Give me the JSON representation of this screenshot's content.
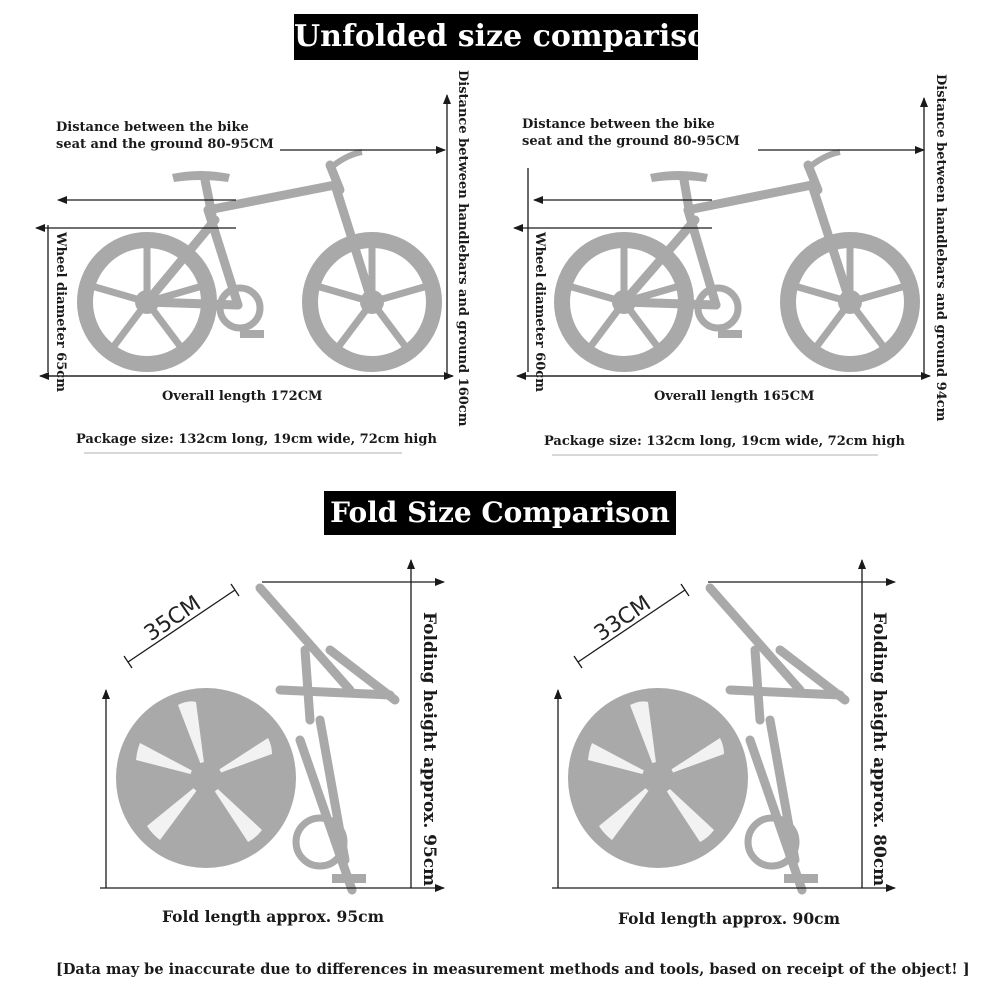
{
  "titles": {
    "unfolded": "Unfolded size comparison",
    "folded": "Fold Size Comparison"
  },
  "left_bike": {
    "seat_label_line1": "Distance between the bike",
    "seat_label_line2": "seat and the ground 80-95CM",
    "handlebar_label": "Distance between handlebars and ground 160cm",
    "wheel_label": "Wheel diameter 65cm",
    "overall_length": "Overall length 172CM",
    "package_size": "Package size: 132cm long, 19cm wide, 72cm high"
  },
  "right_bike": {
    "seat_label_line1": "Distance between the bike",
    "seat_label_line2": "seat and the ground 80-95CM",
    "handlebar_label": "Distance between handlebars and ground 94cm",
    "wheel_label": "Wheel diameter 60cm",
    "overall_length": "Overall length 165CM",
    "package_size": "Package size: 132cm long, 19cm wide, 72cm high"
  },
  "left_fold": {
    "width_label": "35CM",
    "height_label": "Folding height approx. 95cm",
    "length_label": "Fold length approx. 95cm"
  },
  "right_fold": {
    "width_label": "33CM",
    "height_label": "Folding height approx. 80cm",
    "length_label": "Fold length approx. 90cm"
  },
  "disclaimer": "[Data may be inaccurate due to differences in measurement methods and tools, based on receipt of the object! ]",
  "colors": {
    "bike_gray": "#a9a9a9",
    "line": "#1a1a1a",
    "banner_bg": "#000000"
  }
}
